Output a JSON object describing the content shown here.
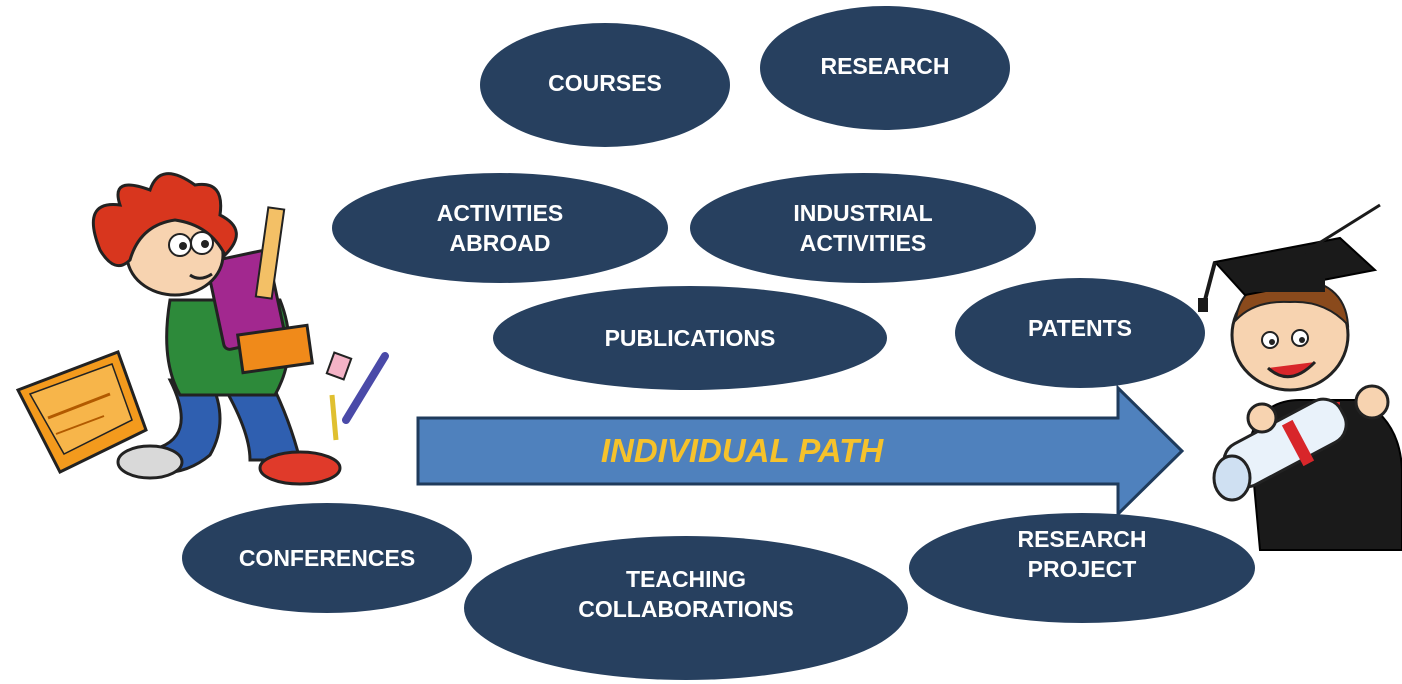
{
  "colors": {
    "oval_fill": "#27405f",
    "oval_text": "#ffffff",
    "arrow_fill": "#4f81bd",
    "arrow_stroke": "#1f3b5c",
    "arrow_text": "#f6c22b"
  },
  "arrow": {
    "label": "INDIVIDUAL PATH"
  },
  "ovals": [
    {
      "id": "courses",
      "lines": [
        "COURSES"
      ]
    },
    {
      "id": "research",
      "lines": [
        "RESEARCH"
      ]
    },
    {
      "id": "activities-abroad",
      "lines": [
        "ACTIVITIES",
        "ABROAD"
      ]
    },
    {
      "id": "industrial-activities",
      "lines": [
        "INDUSTRIAL",
        "ACTIVITIES"
      ]
    },
    {
      "id": "publications",
      "lines": [
        "PUBLICATIONS"
      ]
    },
    {
      "id": "patents",
      "lines": [
        "PATENTS"
      ]
    },
    {
      "id": "conferences",
      "lines": [
        "CONFERENCES"
      ]
    },
    {
      "id": "teaching-collaborations",
      "lines": [
        "TEACHING",
        "COLLABORATIONS"
      ]
    },
    {
      "id": "research-project",
      "lines": [
        "RESEARCH",
        "PROJECT"
      ]
    }
  ],
  "illustrations": {
    "left": "student-carrying-books-illustration",
    "right": "graduate-with-diploma-illustration"
  }
}
